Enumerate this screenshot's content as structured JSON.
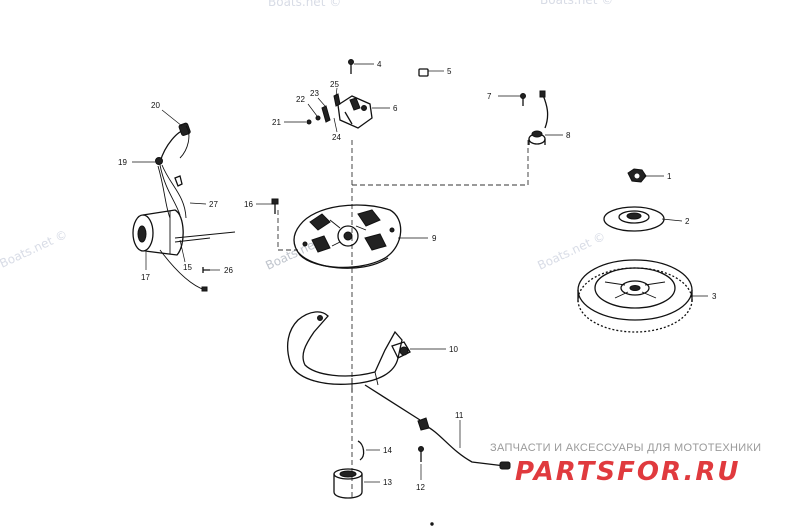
{
  "watermarks": [
    "Boats.net ©",
    "Boats.net ©",
    "Boats.net",
    "Boats.net ©"
  ],
  "brand": {
    "subtitle": "ЗАПЧАСТИ И АКСЕССУАРЫ ДЛЯ МОТОТЕХНИКИ",
    "name": "PARTSFOR.RU",
    "color_main": "#e03a3e",
    "color_sub": "#9a9a9a"
  },
  "callouts": [
    "1",
    "2",
    "3",
    "4",
    "5",
    "6",
    "7",
    "8",
    "9",
    "10",
    "11",
    "12",
    "13",
    "14",
    "15",
    "16",
    "17",
    "19",
    "20",
    "21",
    "22",
    "23",
    "24",
    "25",
    "26",
    "27"
  ]
}
